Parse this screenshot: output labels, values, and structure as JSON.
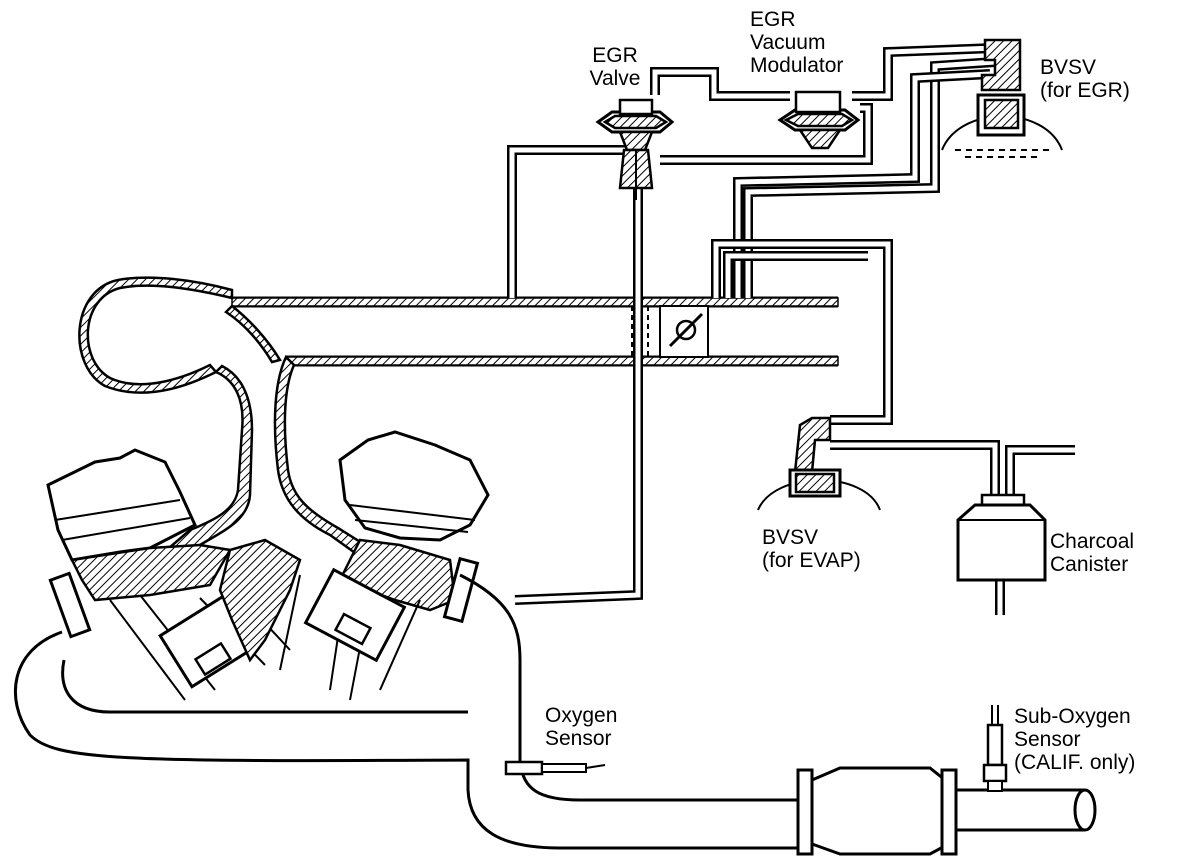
{
  "labels": {
    "egr_valve": [
      "EGR",
      "Valve"
    ],
    "egr_vacuum_modulator": [
      "EGR",
      "Vacuum",
      "Modulator"
    ],
    "bvsv_egr": [
      "BVSV",
      "(for EGR)"
    ],
    "bvsv_evap": [
      "BVSV",
      "(for EVAP)"
    ],
    "charcoal_canister": [
      "Charcoal",
      "Canister"
    ],
    "oxygen_sensor": [
      "Oxygen",
      "Sensor"
    ],
    "sub_oxygen_sensor": [
      "Sub-Oxygen",
      "Sensor",
      "(CALIF. only)"
    ]
  }
}
